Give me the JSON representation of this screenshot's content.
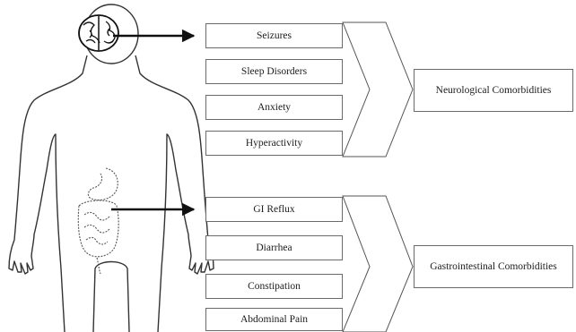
{
  "diagram": {
    "neurological": {
      "items": [
        "Seizures",
        "Sleep Disorders",
        "Anxiety",
        "Hyperactivity"
      ],
      "category": "Neurological Comorbidities"
    },
    "gastrointestinal": {
      "items": [
        "GI Reflux",
        "Diarrhea",
        "Constipation",
        "Abdominal Pain"
      ],
      "category": "Gastrointestinal Comorbidities"
    }
  }
}
